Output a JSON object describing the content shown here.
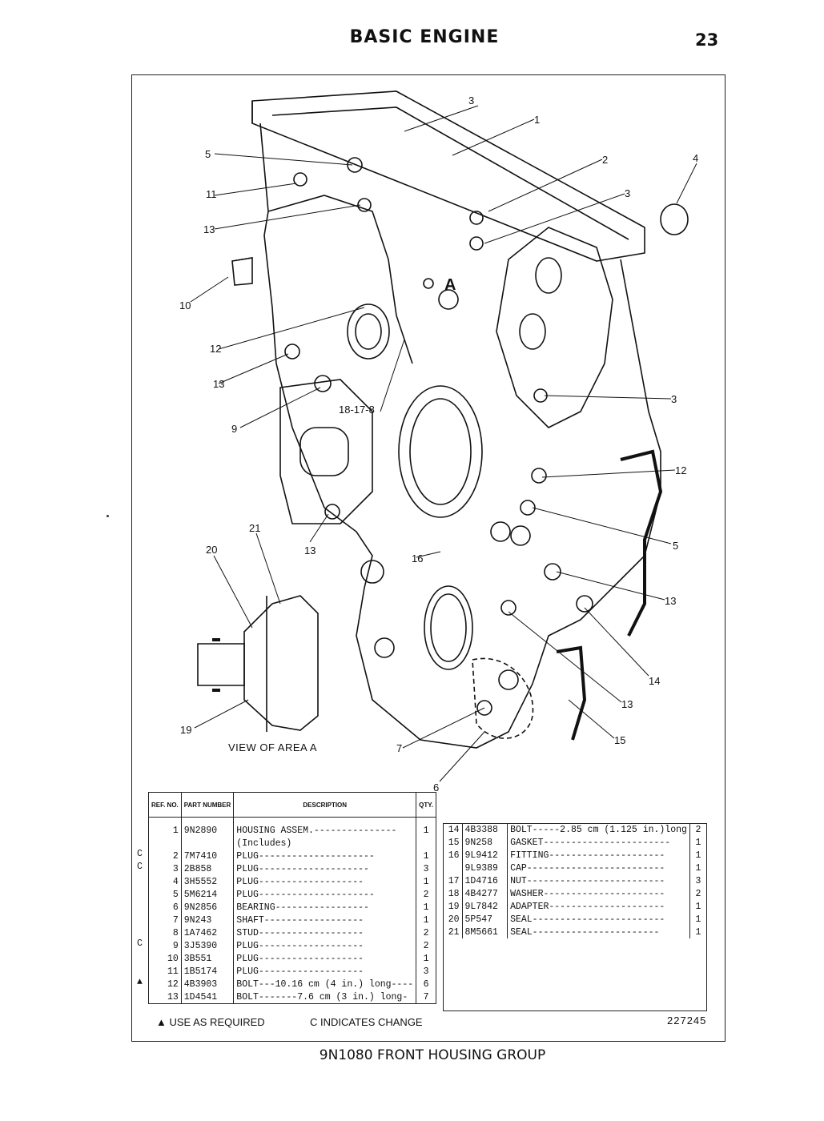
{
  "header": {
    "title": "BASIC ENGINE",
    "page_number": "23"
  },
  "drawing": {
    "callouts": [
      "1",
      "2",
      "3",
      "3",
      "3",
      "4",
      "5",
      "5",
      "6",
      "7",
      "9",
      "10",
      "11",
      "12",
      "12",
      "13",
      "13",
      "13",
      "13",
      "13",
      "14",
      "15",
      "16",
      "18-17-8",
      "19",
      "20",
      "21"
    ],
    "area_label": "A",
    "view_caption": "VIEW OF AREA A"
  },
  "parts_table": {
    "headers": {
      "ref": "REF. NO.",
      "part": "PART NUMBER",
      "description": "DESCRIPTION",
      "qty": "QTY."
    },
    "left_rows": [
      {
        "mark": "",
        "ref": "1",
        "part": "9N2890",
        "description": "HOUSING ASSEM.---------------",
        "qty": "1"
      },
      {
        "mark": "",
        "ref": "",
        "part": "",
        "description": "     (Includes)",
        "qty": ""
      },
      {
        "mark": "C",
        "ref": "2",
        "part": "7M7410",
        "description": "     PLUG---------------------",
        "qty": "1"
      },
      {
        "mark": "C",
        "ref": "3",
        "part": "2B858",
        "description": "     PLUG--------------------",
        "qty": "3"
      },
      {
        "mark": "",
        "ref": "4",
        "part": "3H5552",
        "description": "     PLUG-------------------",
        "qty": "1"
      },
      {
        "mark": "",
        "ref": "5",
        "part": "5M6214",
        "description": "     PLUG---------------------",
        "qty": "2"
      },
      {
        "mark": "",
        "ref": "6",
        "part": "9N2856",
        "description": "     BEARING-----------------",
        "qty": "1"
      },
      {
        "mark": "",
        "ref": "7",
        "part": "9N243",
        "description": "     SHAFT------------------",
        "qty": "1"
      },
      {
        "mark": "",
        "ref": "8",
        "part": "1A7462",
        "description": "     STUD-------------------",
        "qty": "2"
      },
      {
        "mark": "C",
        "ref": "9",
        "part": "3J5390",
        "description": "     PLUG-------------------",
        "qty": "2"
      },
      {
        "mark": "",
        "ref": "10",
        "part": "3B551",
        "description": "     PLUG-------------------",
        "qty": "1"
      },
      {
        "mark": "",
        "ref": "11",
        "part": "1B5174",
        "description": "     PLUG-------------------",
        "qty": "3"
      },
      {
        "mark": "▲",
        "ref": "12",
        "part": "4B3903",
        "description": "BOLT---10.16 cm (4 in.) long----",
        "qty": "6"
      },
      {
        "mark": "",
        "ref": "13",
        "part": "1D4541",
        "description": "BOLT-------7.6 cm (3 in.) long-",
        "qty": "7"
      }
    ],
    "right_rows": [
      {
        "ref": "14",
        "part": "4B3388",
        "description": "BOLT-----2.85 cm (1.125 in.)long",
        "qty": "2"
      },
      {
        "ref": "15",
        "part": "9N258",
        "description": "GASKET-----------------------",
        "qty": "1"
      },
      {
        "ref": "16",
        "part": "9L9412",
        "description": "FITTING---------------------",
        "qty": "1"
      },
      {
        "ref": "",
        "part": "9L9389",
        "description": "CAP-------------------------",
        "qty": "1"
      },
      {
        "ref": "17",
        "part": "1D4716",
        "description": "NUT-------------------------",
        "qty": "3"
      },
      {
        "ref": "18",
        "part": "4B4277",
        "description": "WASHER----------------------",
        "qty": "2"
      },
      {
        "ref": "19",
        "part": "9L7842",
        "description": "ADAPTER---------------------",
        "qty": "1"
      },
      {
        "ref": "20",
        "part": "5P547",
        "description": "SEAL------------------------",
        "qty": "1"
      },
      {
        "ref": "21",
        "part": "8M5661",
        "description": "SEAL-----------------------",
        "qty": "1"
      }
    ]
  },
  "footer": {
    "note_use": "▲ USE AS REQUIRED",
    "note_change": "C INDICATES CHANGE",
    "drawing_number": "227245",
    "group_title": "9N1080 FRONT HOUSING GROUP"
  }
}
